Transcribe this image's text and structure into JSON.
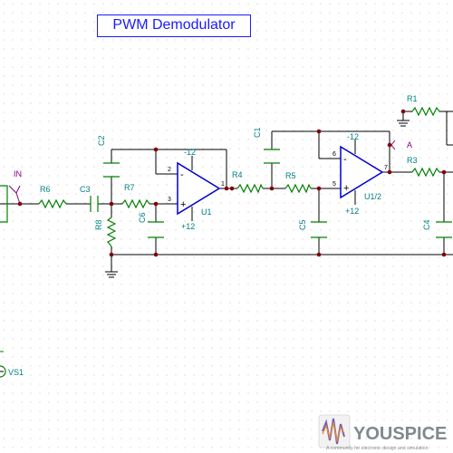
{
  "title": "PWM Demodulator",
  "labels": {
    "in_label": "IN",
    "r6": "R6",
    "c3": "C3",
    "c2": "C2",
    "r7": "R7",
    "r8": "R8",
    "c6": "C6",
    "r4": "R4",
    "u1": "U1",
    "c1": "C1",
    "r5": "R5",
    "c5": "C5",
    "u1_2": "U1/2",
    "r1": "R1",
    "r3": "R3",
    "c4": "C4",
    "vs1": "VS1",
    "probe_a": "A",
    "u1_neg_supply": "-12",
    "u1_pos_supply": "+12",
    "u12_neg_supply": "-12",
    "u12_pos_supply": "+12",
    "u1_pin_inv": "2",
    "u1_pin_noninv": "3",
    "u1_pin_out": "1",
    "u12_pin_inv": "6",
    "u12_pin_noninv": "5",
    "u12_pin_out": "7",
    "opamp_minus": "-",
    "opamp_plus": "+"
  },
  "logo": {
    "brand": "YOUSPICE",
    "tagline": "A community for electronic design and simulation"
  },
  "colors": {
    "background": "#ffffff",
    "grid_dot": "#c8c8c8",
    "wire": "#000000",
    "component": "#008000",
    "opamp": "#0000cc",
    "label": "#008080",
    "title": "#1a1aff",
    "node": "#800000",
    "probe": "#800080"
  }
}
